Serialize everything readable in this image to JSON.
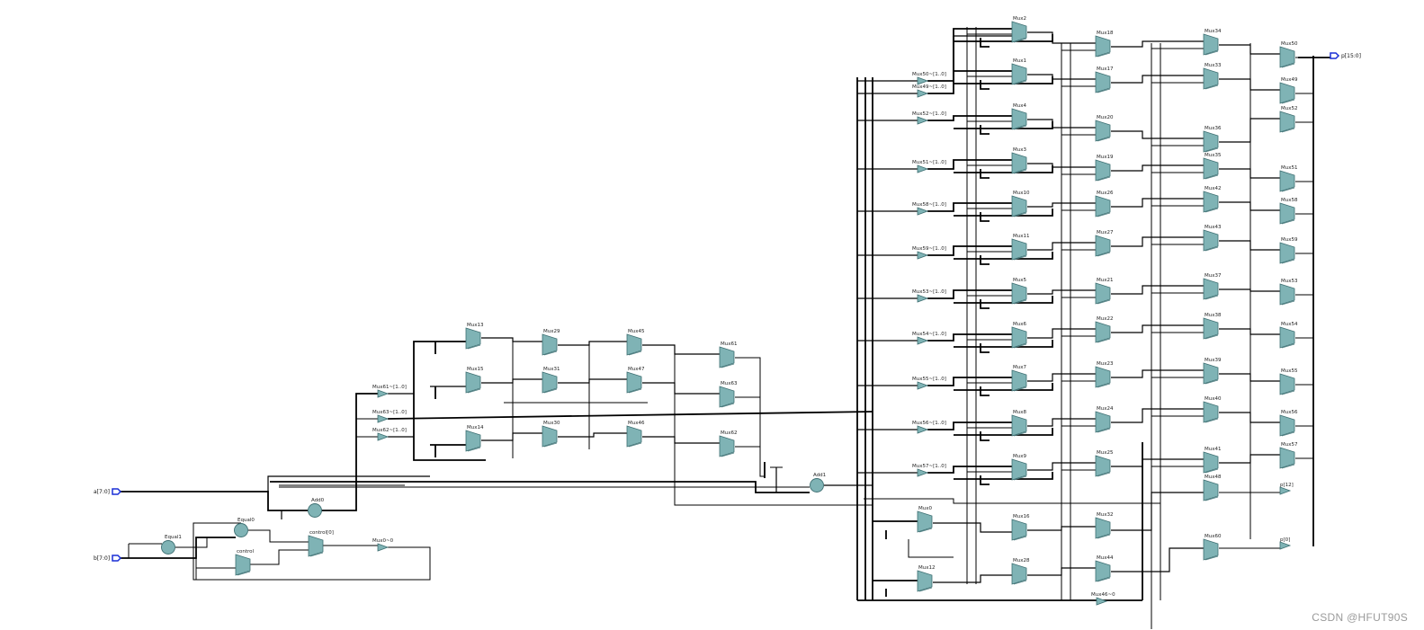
{
  "ports": {
    "in_a": "a[7:0]",
    "in_b": "b[7:0]",
    "out_p": "p[15:0]",
    "out_p12": "p[12]",
    "out_p0": "p[0]"
  },
  "cells": {
    "equal0": "Equal0",
    "equal1": "Equal1",
    "control0": "control[0]",
    "control": "control",
    "add0": "Add0",
    "add1": "Add1",
    "mux0_i": "Mux0~0",
    "mux46_i": "Mux46~0",
    "mux61_sel": "Mux61~[1..0]",
    "mux63_sel": "Mux63~[1..0]",
    "mux62_sel": "Mux62~[1..0]",
    "lower_block": [
      "Mux13",
      "Mux29",
      "Mux45",
      "Mux61",
      "Mux15",
      "Mux31",
      "Mux47",
      "Mux63",
      "Mux14",
      "Mux30",
      "Mux46",
      "Mux62"
    ],
    "right_sel": [
      "Mux50~[1..0]",
      "Mux49~[1..0]",
      "Mux52~[1..0]",
      "Mux51~[1..0]",
      "Mux58~[1..0]",
      "Mux59~[1..0]",
      "Mux53~[1..0]",
      "Mux54~[1..0]",
      "Mux55~[1..0]",
      "Mux56~[1..0]",
      "Mux57~[1..0]"
    ],
    "col1": [
      "Mux2",
      "Mux1",
      "Mux4",
      "Mux3",
      "Mux10",
      "Mux11",
      "Mux5",
      "Mux6",
      "Mux7",
      "Mux8",
      "Mux9",
      "Mux16",
      "Mux28"
    ],
    "col2": [
      "Mux18",
      "Mux17",
      "Mux20",
      "Mux19",
      "Mux26",
      "Mux27",
      "Mux21",
      "Mux22",
      "Mux23",
      "Mux24",
      "Mux25",
      "Mux32",
      "Mux44"
    ],
    "col3": [
      "Mux34",
      "Mux33",
      "Mux36",
      "Mux35",
      "Mux42",
      "Mux43",
      "Mux37",
      "Mux38",
      "Mux39",
      "Mux40",
      "Mux41",
      "Mux48",
      "Mux60"
    ],
    "col4": [
      "Mux50",
      "Mux49",
      "Mux52",
      "Mux51",
      "Mux58",
      "Mux59",
      "Mux53",
      "Mux54",
      "Mux55",
      "Mux56",
      "Mux57"
    ],
    "mid_lower": [
      "Mux0",
      "Mux12"
    ]
  },
  "colors": {
    "cell_fill": "#7fb3b5",
    "cell_stroke": "#3e6f72",
    "wire": "#000000",
    "port": "#1a2fd6"
  },
  "watermark": "CSDN @HFUT90S"
}
